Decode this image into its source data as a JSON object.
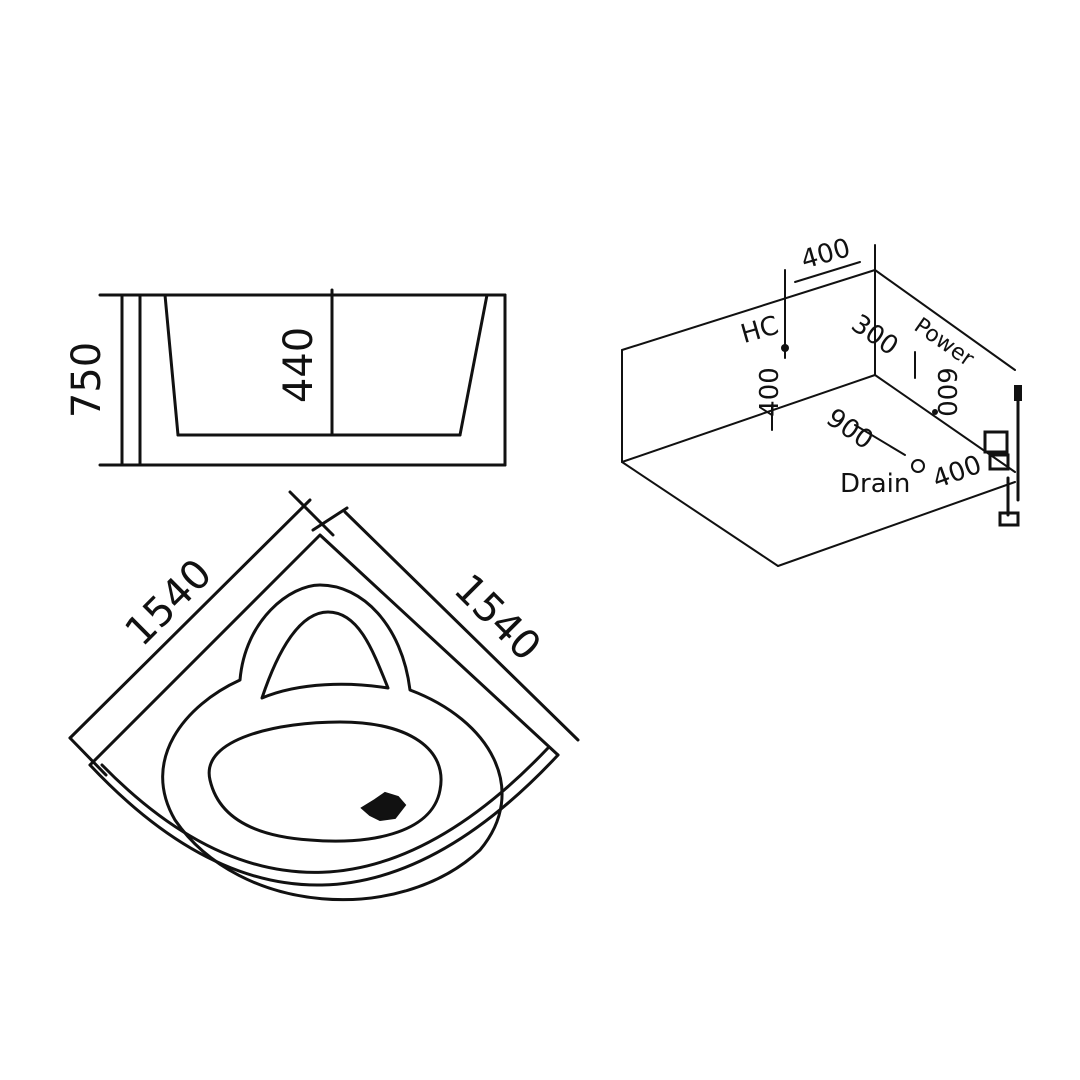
{
  "side_view": {
    "height_total": "750",
    "depth_inner": "440"
  },
  "plan_view": {
    "side_length_left": "1540",
    "side_length_right": "1540"
  },
  "install_view": {
    "width_top": "400",
    "hot_label": "HC",
    "hot_height": "400",
    "spacing_300": "300",
    "spacing_600": "600",
    "spacing_900": "900",
    "drain_label": "Drain",
    "spacing_400_right": "400",
    "power_label": "Power"
  }
}
